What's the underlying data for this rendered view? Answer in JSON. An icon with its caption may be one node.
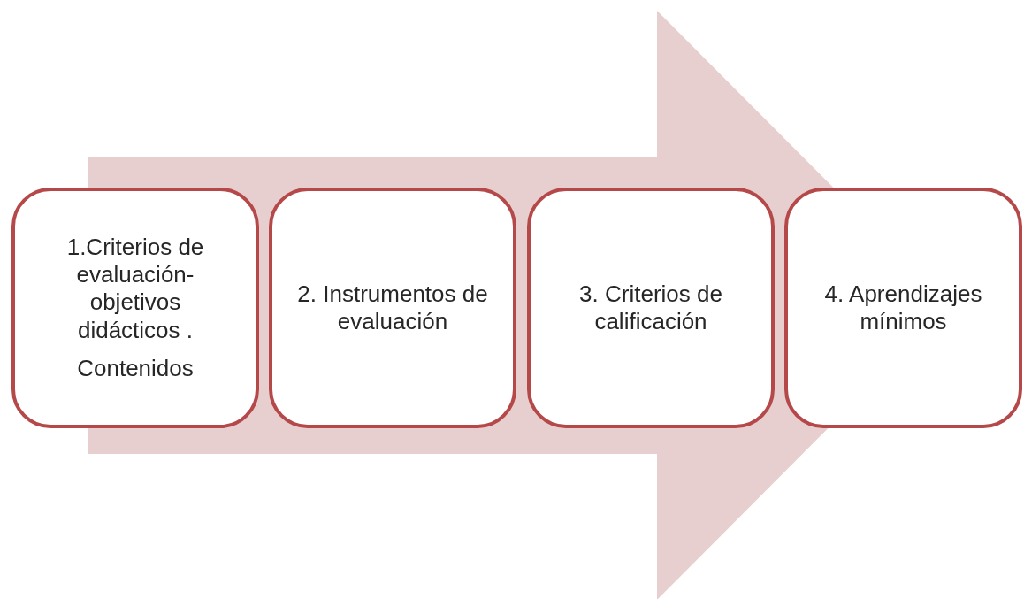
{
  "diagram": {
    "nodes": [
      {
        "text": [
          "1.Criterios de evaluación-objetivos didácticos .",
          "Contenidos"
        ]
      },
      {
        "text": [
          "2. Instrumentos de evaluación"
        ]
      },
      {
        "text": [
          "3. Criterios de calificación"
        ]
      },
      {
        "text": [
          "4. Aprendizajes mínimos"
        ]
      }
    ],
    "edges": [
      {
        "from": 0,
        "to": 3,
        "arrow": "to",
        "style": "thick"
      }
    ]
  }
}
